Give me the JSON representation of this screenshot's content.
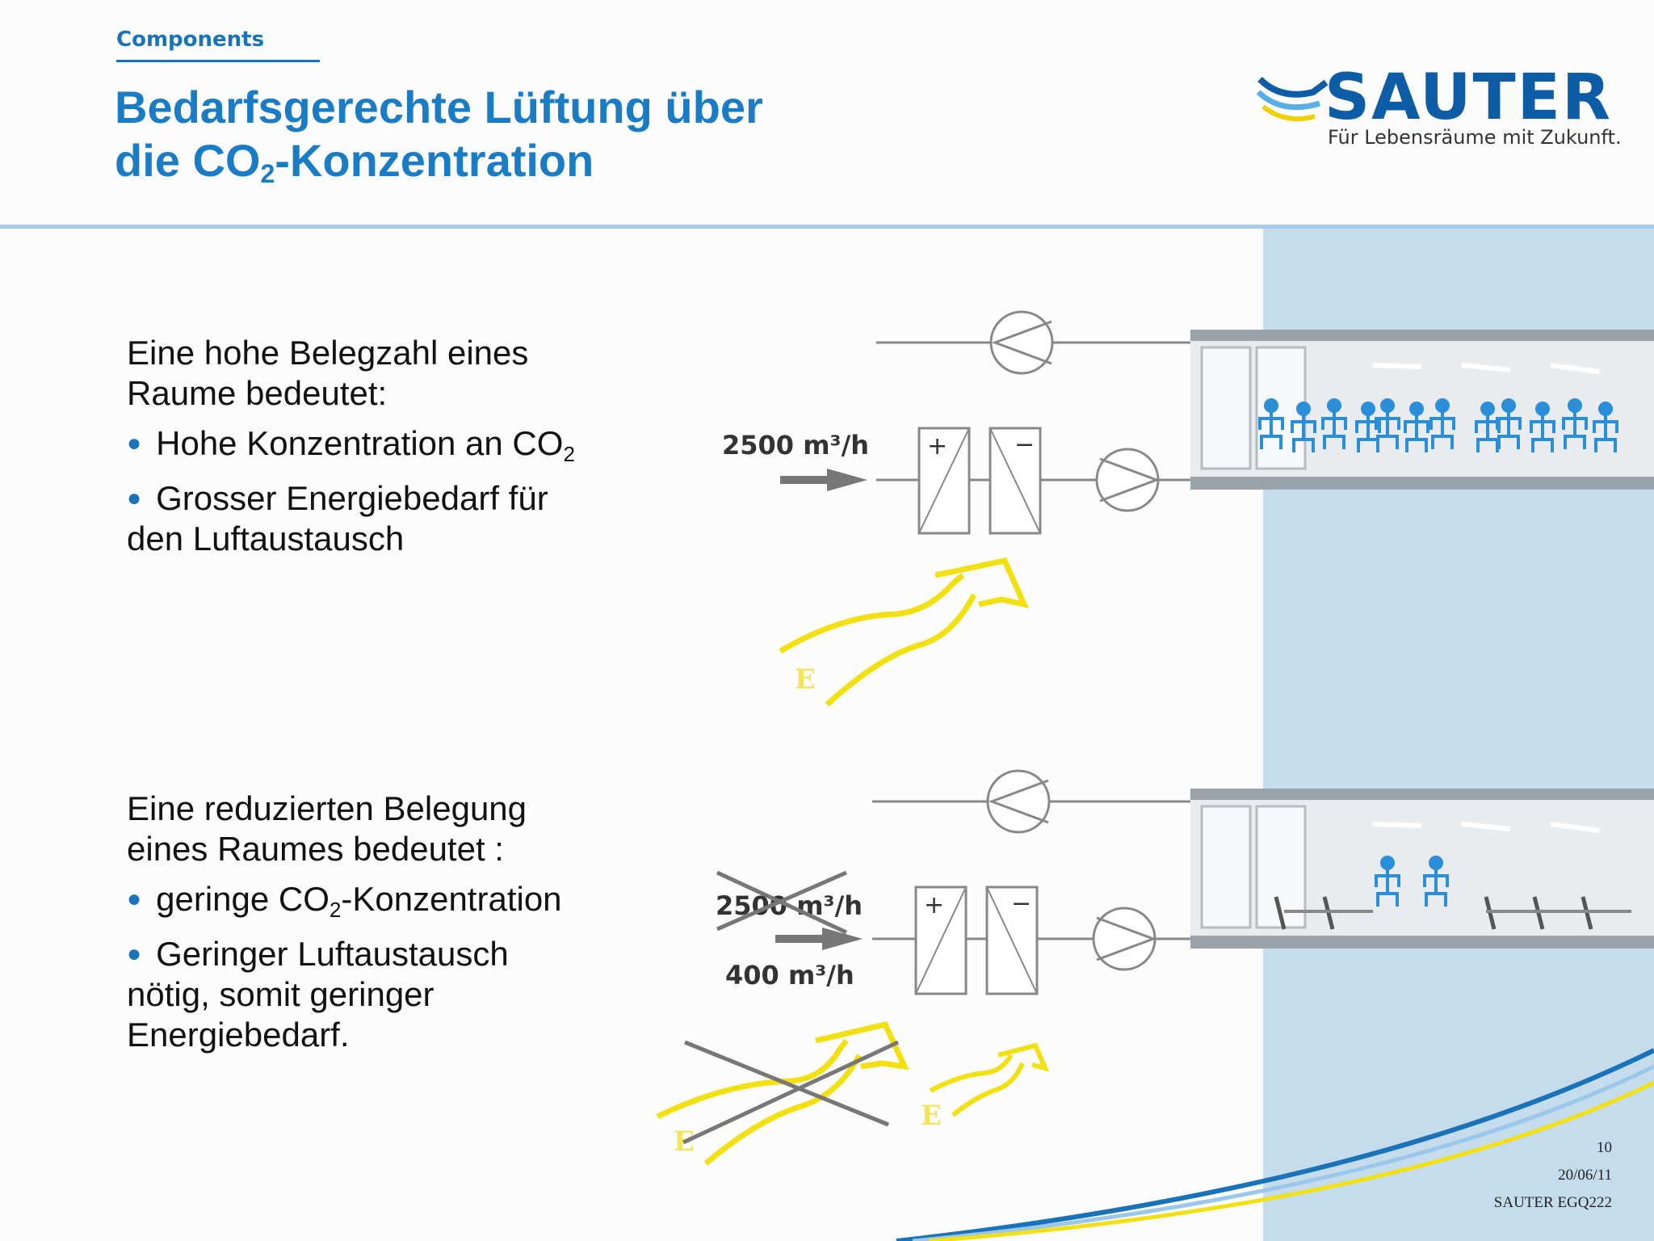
{
  "header": {
    "section_label": "Components",
    "title_line1": "Bedarfsgerechte Lüftung über",
    "title_line2_prefix": "die CO",
    "title_line2_sub": "2",
    "title_line2_suffix": "-Konzentration"
  },
  "logo": {
    "word": "SAUTER",
    "tagline": "Für Lebensräume mit Zukunft."
  },
  "block1": {
    "intro_line1": "Eine hohe Belegzahl eines",
    "intro_line2": "Raume bedeutet:",
    "bullet1_prefix": "Hohe Konzentration an CO",
    "bullet1_sub": "2",
    "bullet2_line1": "Grosser Energiebedarf für",
    "bullet2_line2": "den Luftaustausch"
  },
  "block2": {
    "intro_line1": "Eine reduzierten Belegung",
    "intro_line2": "eines Raumes bedeutet :",
    "bullet1_prefix": "geringe CO",
    "bullet1_sub": "2",
    "bullet1_suffix": "-Konzentration",
    "bullet2_line1": "Geringer Luftaustausch",
    "bullet2_line2": "nötig, somit geringer",
    "bullet2_line3": "Energiebedarf."
  },
  "diagram": {
    "top": {
      "flow_label": "2500 m³/h",
      "heater_symbol": "+",
      "cooler_symbol": "−",
      "energy_label": "E"
    },
    "bottom": {
      "old_flow_label": "2500 m³/h",
      "new_flow_label": "400 m³/h",
      "heater_symbol": "+",
      "cooler_symbol": "−",
      "energy_label_crossed": "E",
      "energy_label": "E"
    }
  },
  "footer": {
    "page_number": "10",
    "date": "20/06/11",
    "code": "SAUTER EGQ222"
  },
  "colors": {
    "brand_blue": "#1a73b8",
    "panel_blue": "#c5dced",
    "energy_yellow": "#f2e010",
    "person_blue": "#2a8fd8"
  }
}
